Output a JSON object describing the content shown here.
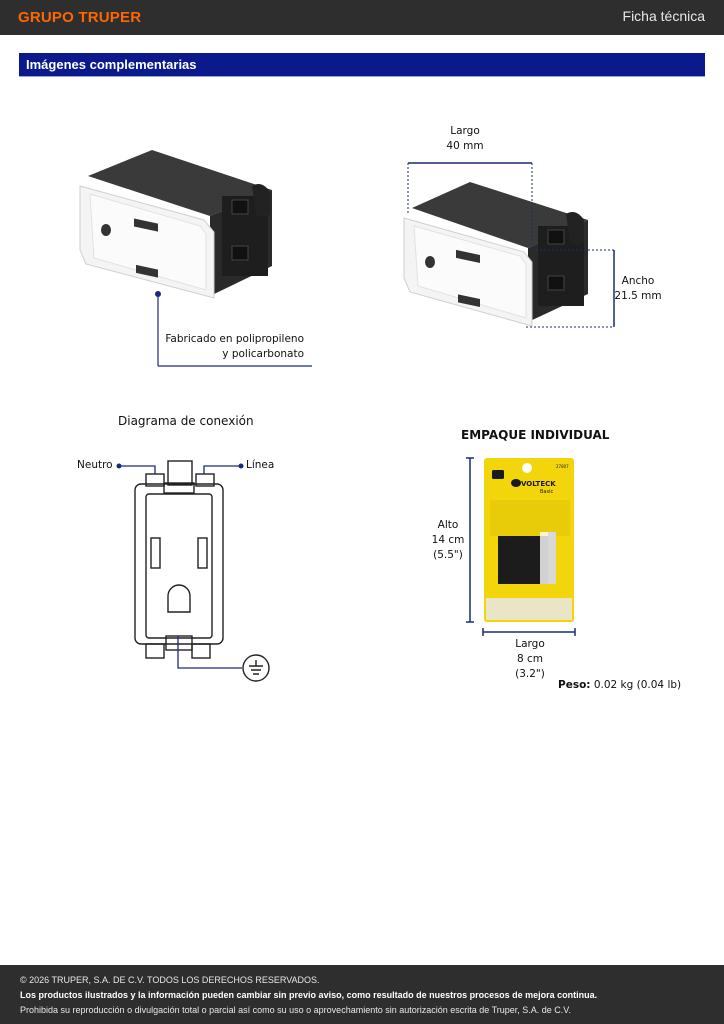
{
  "header": {
    "brand": "GRUPO TRUPER",
    "doc_type": "Ficha técnica"
  },
  "section": {
    "title": "Imágenes complementarias"
  },
  "material": {
    "line1": "Fabricado en polipropileno",
    "line2": "y policarbonato"
  },
  "dimensions": {
    "length_label": "Largo",
    "length_value": "40 mm",
    "width_label": "Ancho",
    "width_value": "21.5 mm"
  },
  "diagram": {
    "title": "Diagrama de conexión",
    "neutral": "Neutro",
    "line": "Línea"
  },
  "package": {
    "title": "EMPAQUE INDIVIDUAL",
    "height_label": "Alto",
    "height_value": "14 cm",
    "height_inch": "(5.5\")",
    "length_label": "Largo",
    "length_value": "8 cm",
    "length_inch": "(3.2\")",
    "weight_label": "Peso:",
    "weight_value": "0.02 kg (0.04 lb)",
    "brand": "VOLTECK",
    "sub_brand": "Basic",
    "code": "27807"
  },
  "footer": {
    "copyright": "© 2026 TRUPER, S.A. DE C.V. TODOS LOS DERECHOS RESERVADOS.",
    "notice": "Los productos ilustrados y la información pueden cambiar sin previo aviso, como resultado de nuestros procesos de mejora continua.",
    "legal": "Prohibida su reproducción o divulgación total o parcial así como su uso o aprovechamiento sin autorización escrita de Truper, S.A. de C.V."
  },
  "colors": {
    "dim_line": "#1a2a7a",
    "section_bg": "#0a1a8c",
    "brand": "#ff6600",
    "bar_bg": "#2e2e2e",
    "package_yellow": "#f2d60b"
  }
}
